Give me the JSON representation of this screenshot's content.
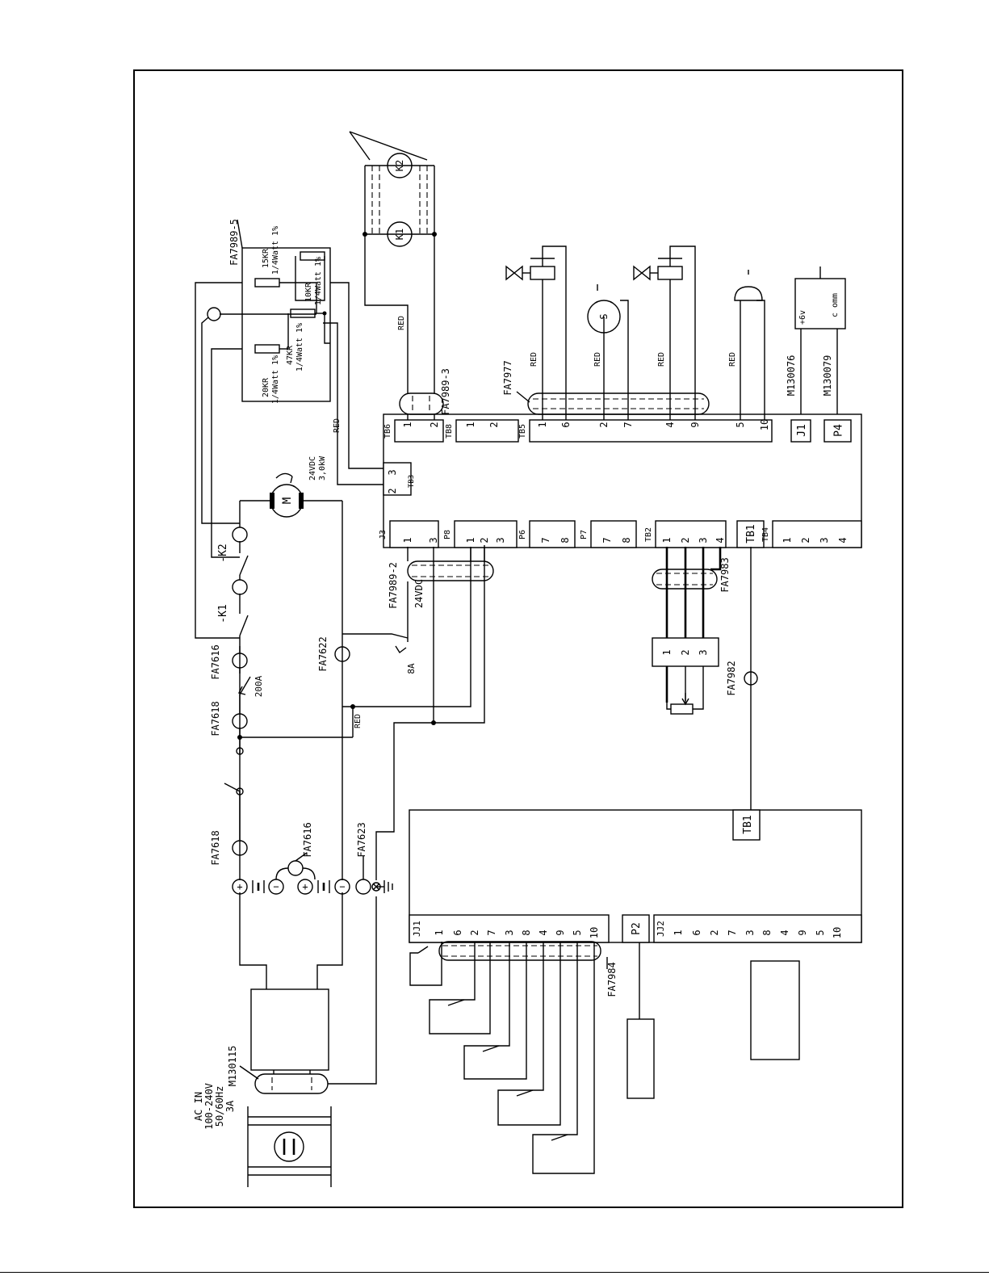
{
  "ac_input": {
    "line1": "AC IN",
    "line2": "100-240V",
    "line3": "50/60Hz",
    "line4": "3A"
  },
  "cables": {
    "m130115": "M130115",
    "fa7623": "FA7623",
    "fa7616_a": "FA7616",
    "fa7618_a": "FA7618",
    "fa7618_b": "FA7618",
    "fa7616_b": "FA7616",
    "fa7622": "FA7622",
    "fa7989_2": "FA7989-2",
    "fa7989_3": "FA7989-3",
    "fa7989_5": "FA7989-5",
    "fa7977": "FA7977",
    "fa7983": "FA7983",
    "fa7982": "FA7982",
    "fa7984": "FA7984",
    "m130076": "M130076",
    "m130079": "M130079"
  },
  "breakers": {
    "main": "200A",
    "aux": "8A"
  },
  "contactors": {
    "k1": "-K1",
    "k2": "-K2",
    "k1_coil": "K1",
    "k2_coil": "K2"
  },
  "motor": {
    "symbol": "M",
    "rating_line1": "24VDC",
    "rating_line2": "3,0kW"
  },
  "supply_label": "24VDC",
  "resistors": {
    "r20k": [
      "20KR",
      "1/4Watt 1%"
    ],
    "r15k": [
      "15KR",
      "1/4Watt 1%"
    ],
    "r47k": [
      "47KR",
      "1/4Watt 1%"
    ],
    "r10k": [
      "10KR",
      "1/4Watt 1%"
    ]
  },
  "wire_color": "RED",
  "sensor_symbol": "S",
  "display": {
    "plus": "+6v",
    "comm": "c omm"
  },
  "controller": {
    "connectors": {
      "j3": "J3",
      "p8": "P8",
      "p6": "P6",
      "p7": "P7",
      "tb2": "TB2",
      "tb1": "TB1",
      "tb4": "TB4",
      "tb6": "TB6",
      "tb8": "TB8",
      "tb5": "TB5",
      "tb3": "TB3",
      "j1": "J1",
      "p4": "P4"
    },
    "pins": {
      "j3": [
        "1",
        "3"
      ],
      "p8": [
        "1",
        "2",
        "3"
      ],
      "p6": [
        "7",
        "8"
      ],
      "p7": [
        "7",
        "8"
      ],
      "tb2": [
        "1",
        "2",
        "3",
        "4"
      ],
      "tb4": [
        "1",
        "2",
        "3",
        "4"
      ],
      "tb6": [
        "1",
        "2"
      ],
      "tb8": [
        "1",
        "2"
      ],
      "tb5": [
        "1",
        "6",
        "2",
        "7",
        "4",
        "9",
        "5",
        "10"
      ],
      "tb3": [
        "2",
        "3"
      ]
    }
  },
  "pot_pins": [
    "1",
    "2",
    "3"
  ],
  "control_board": {
    "tb1": "TB1",
    "jj1": "JJ1",
    "p2": "P2",
    "jj2": "JJ2",
    "jj1_pins": [
      "1",
      "6",
      "2",
      "7",
      "3",
      "8",
      "4",
      "9",
      "5",
      "10"
    ],
    "jj2_pins": [
      "1",
      "6",
      "2",
      "7",
      "3",
      "8",
      "4",
      "9",
      "5",
      "10"
    ]
  }
}
